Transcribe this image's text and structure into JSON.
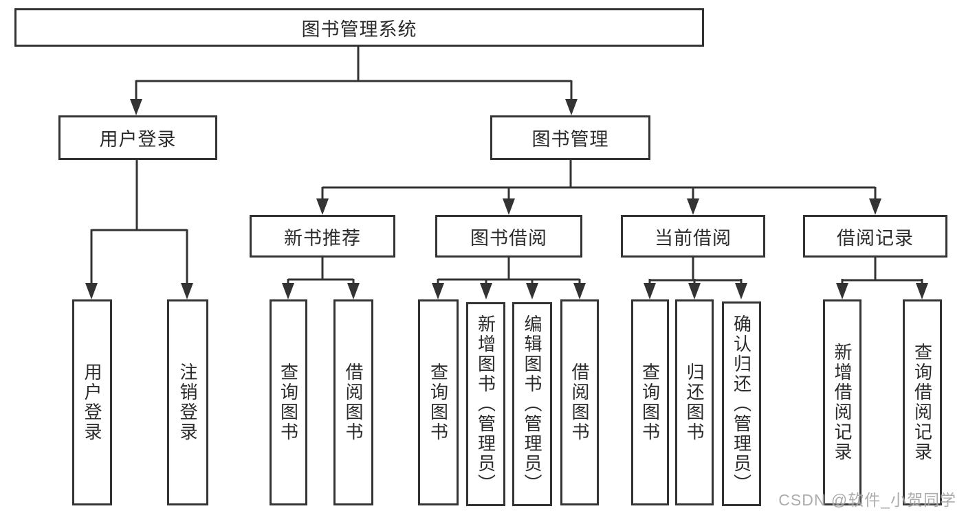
{
  "tree": {
    "root": {
      "label": "图书管理系统"
    },
    "branches": [
      {
        "label": "用户登录",
        "children": [
          {
            "label": "用户登录"
          },
          {
            "label": "注销登录"
          }
        ]
      },
      {
        "label": "图书管理",
        "children": [
          {
            "label": "新书推荐",
            "children": [
              {
                "label": "查询图书"
              },
              {
                "label": "借阅图书"
              }
            ]
          },
          {
            "label": "图书借阅",
            "children": [
              {
                "label": "查询图书"
              },
              {
                "label": "新增图书（管理员）"
              },
              {
                "label": "编辑图书（管理员）"
              },
              {
                "label": "借阅图书"
              }
            ]
          },
          {
            "label": "当前借阅",
            "children": [
              {
                "label": "查询图书"
              },
              {
                "label": "归还图书"
              },
              {
                "label": "确认归还（管理员）"
              }
            ]
          },
          {
            "label": "借阅记录",
            "children": [
              {
                "label": "新增借阅记录"
              },
              {
                "label": "查询借阅记录"
              }
            ]
          }
        ]
      }
    ]
  },
  "watermark": {
    "text": "CSDN @软件_小贺同学"
  },
  "colors": {
    "line": "#333333",
    "box_border": "#333333",
    "text": "#2b2b2b",
    "background": "#ffffff",
    "watermark": "#9e9e9e"
  }
}
